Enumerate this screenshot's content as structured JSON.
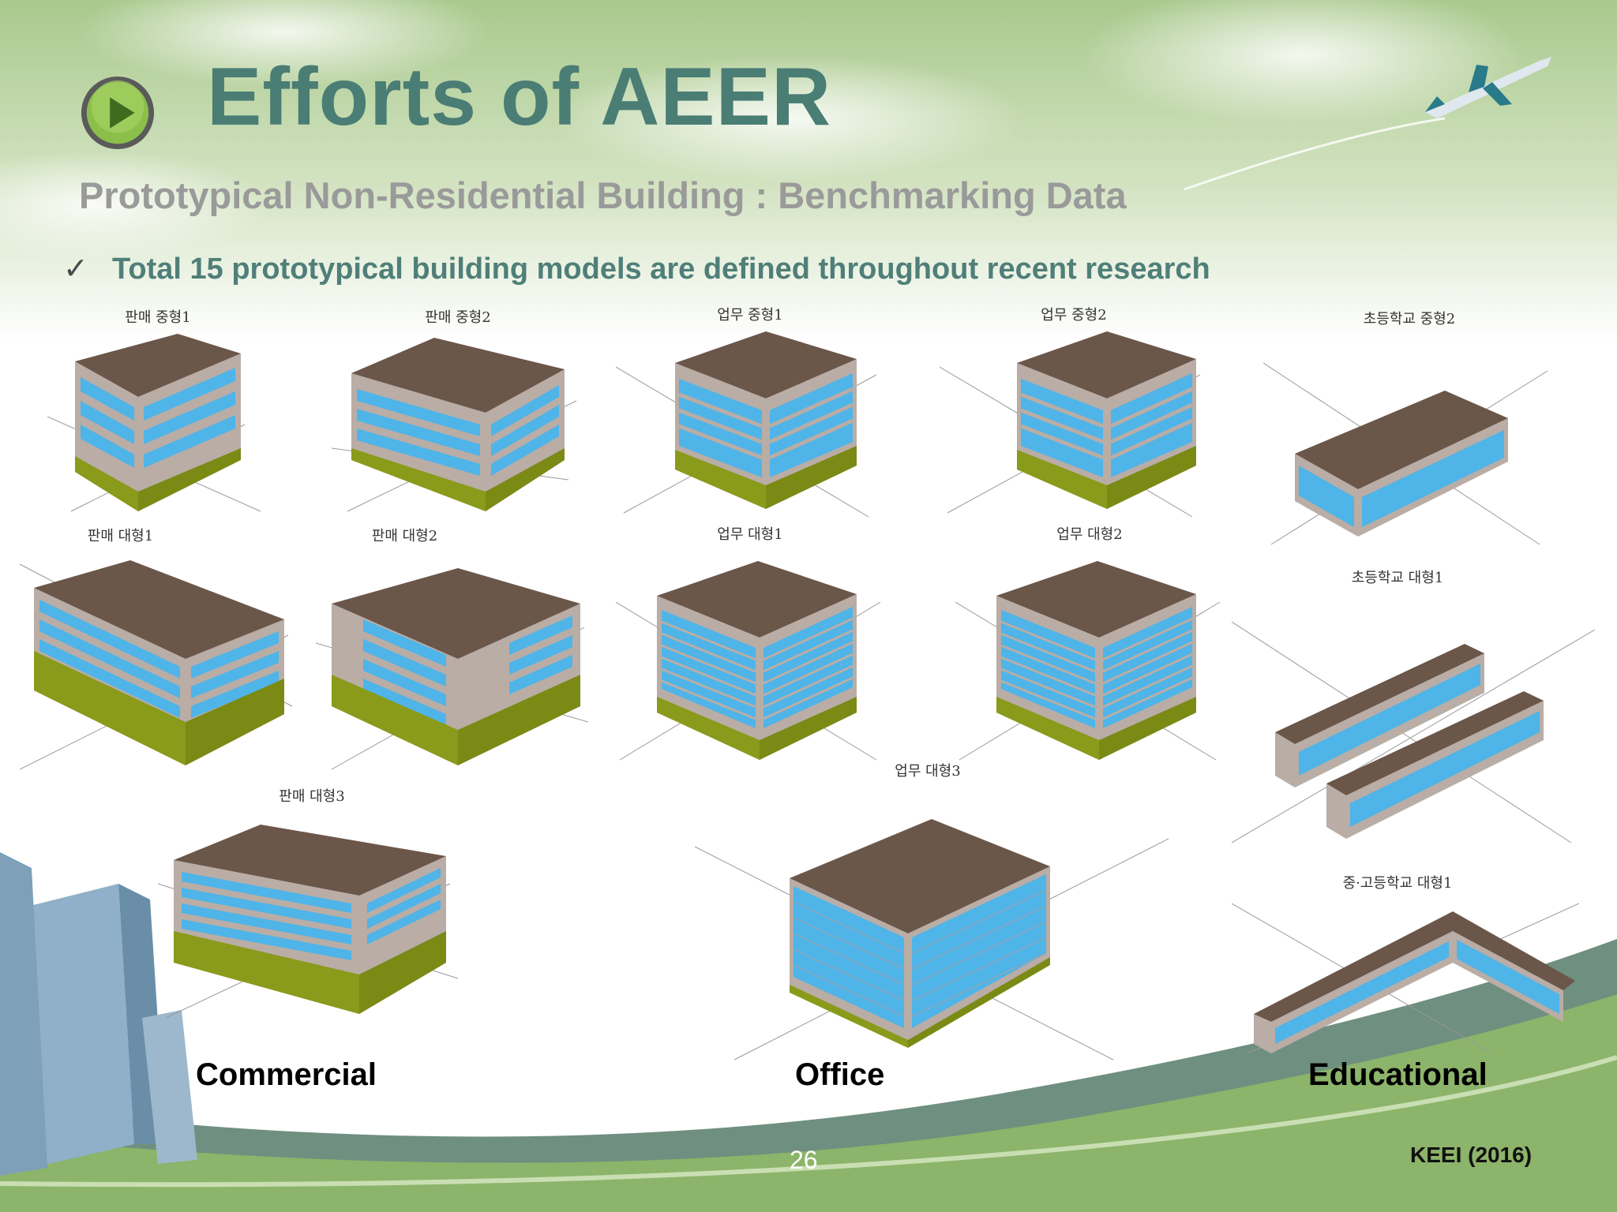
{
  "slide": {
    "title": "Efforts of AEER",
    "subtitle": "Prototypical Non-Residential Building : Benchmarking Data",
    "bullet": "Total 15 prototypical building models are defined throughout recent research",
    "page_number": "26",
    "source": "KEEI (2016)"
  },
  "categories": {
    "commercial": "Commercial",
    "office": "Office",
    "educational": "Educational"
  },
  "models": {
    "m1": "판매 중형1",
    "m2": "판매 중형2",
    "m3": "업무 중형1",
    "m4": "업무 중형2",
    "m5": "초등학교 중형2",
    "m6": "판매 대형1",
    "m7": "판매 대형2",
    "m8": "업무 대형1",
    "m9": "업무 대형2",
    "m10": "초등학교 대형1",
    "m11": "판매 대형3",
    "m12": "업무 대형3",
    "m13": "중·고등학교 대형1"
  },
  "colors": {
    "title": "#4a7d74",
    "roof": "#6b564a",
    "glass": "#4fb4e8",
    "wall": "#b9ada6",
    "base": "#8a9a1a"
  }
}
